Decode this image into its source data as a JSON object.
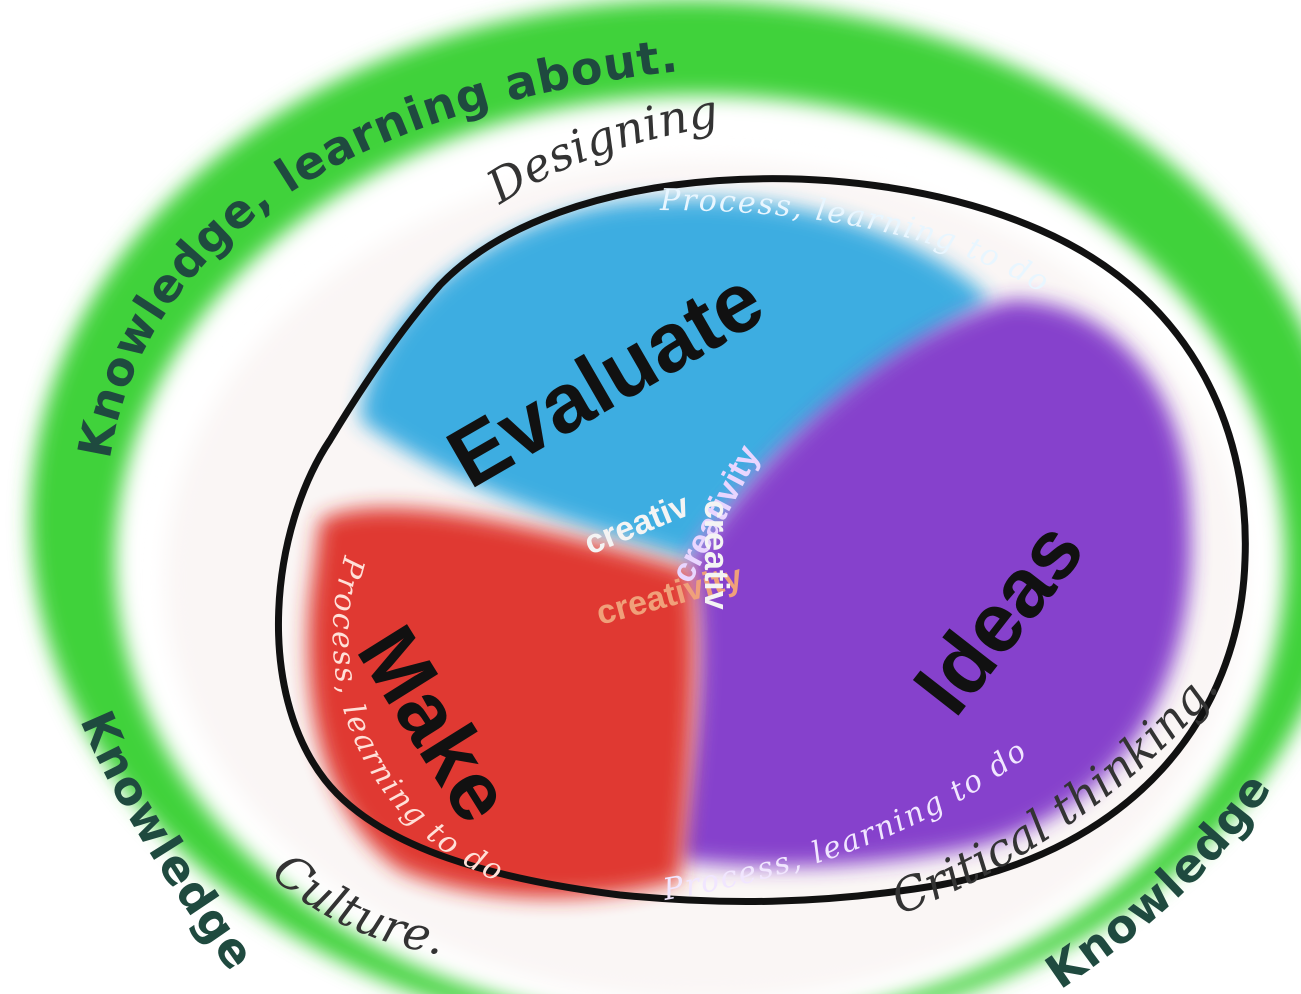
{
  "colors": {
    "outer_ring": "#3fd23a",
    "outer_text": "#1f4a3f",
    "evaluate_wash": "#2ea7e0",
    "ideas_wash": "#7a2fc8",
    "make_wash": "#de2a22",
    "outline": "#111111",
    "creativity_text": "#f0a07a"
  },
  "outer_ring": {
    "top": "Knowledge, learning about.",
    "bottom_left": "Knowledge",
    "bottom_right": "Knowledge"
  },
  "middle_ring": {
    "top": "Designing",
    "bottom_left": "Culture.",
    "right": "Critical thinking."
  },
  "segments": {
    "evaluate": {
      "label": "Evaluate",
      "process": "Process, learning to do"
    },
    "ideas": {
      "label": "Ideas",
      "process": "Process, learning to do"
    },
    "make": {
      "label": "Make",
      "process": "Process, learning to do"
    }
  },
  "center": {
    "creativity_1": "creativ",
    "creativity_2": "creativity",
    "creativity_3": "creativity",
    "creativity_4": "creativ"
  }
}
